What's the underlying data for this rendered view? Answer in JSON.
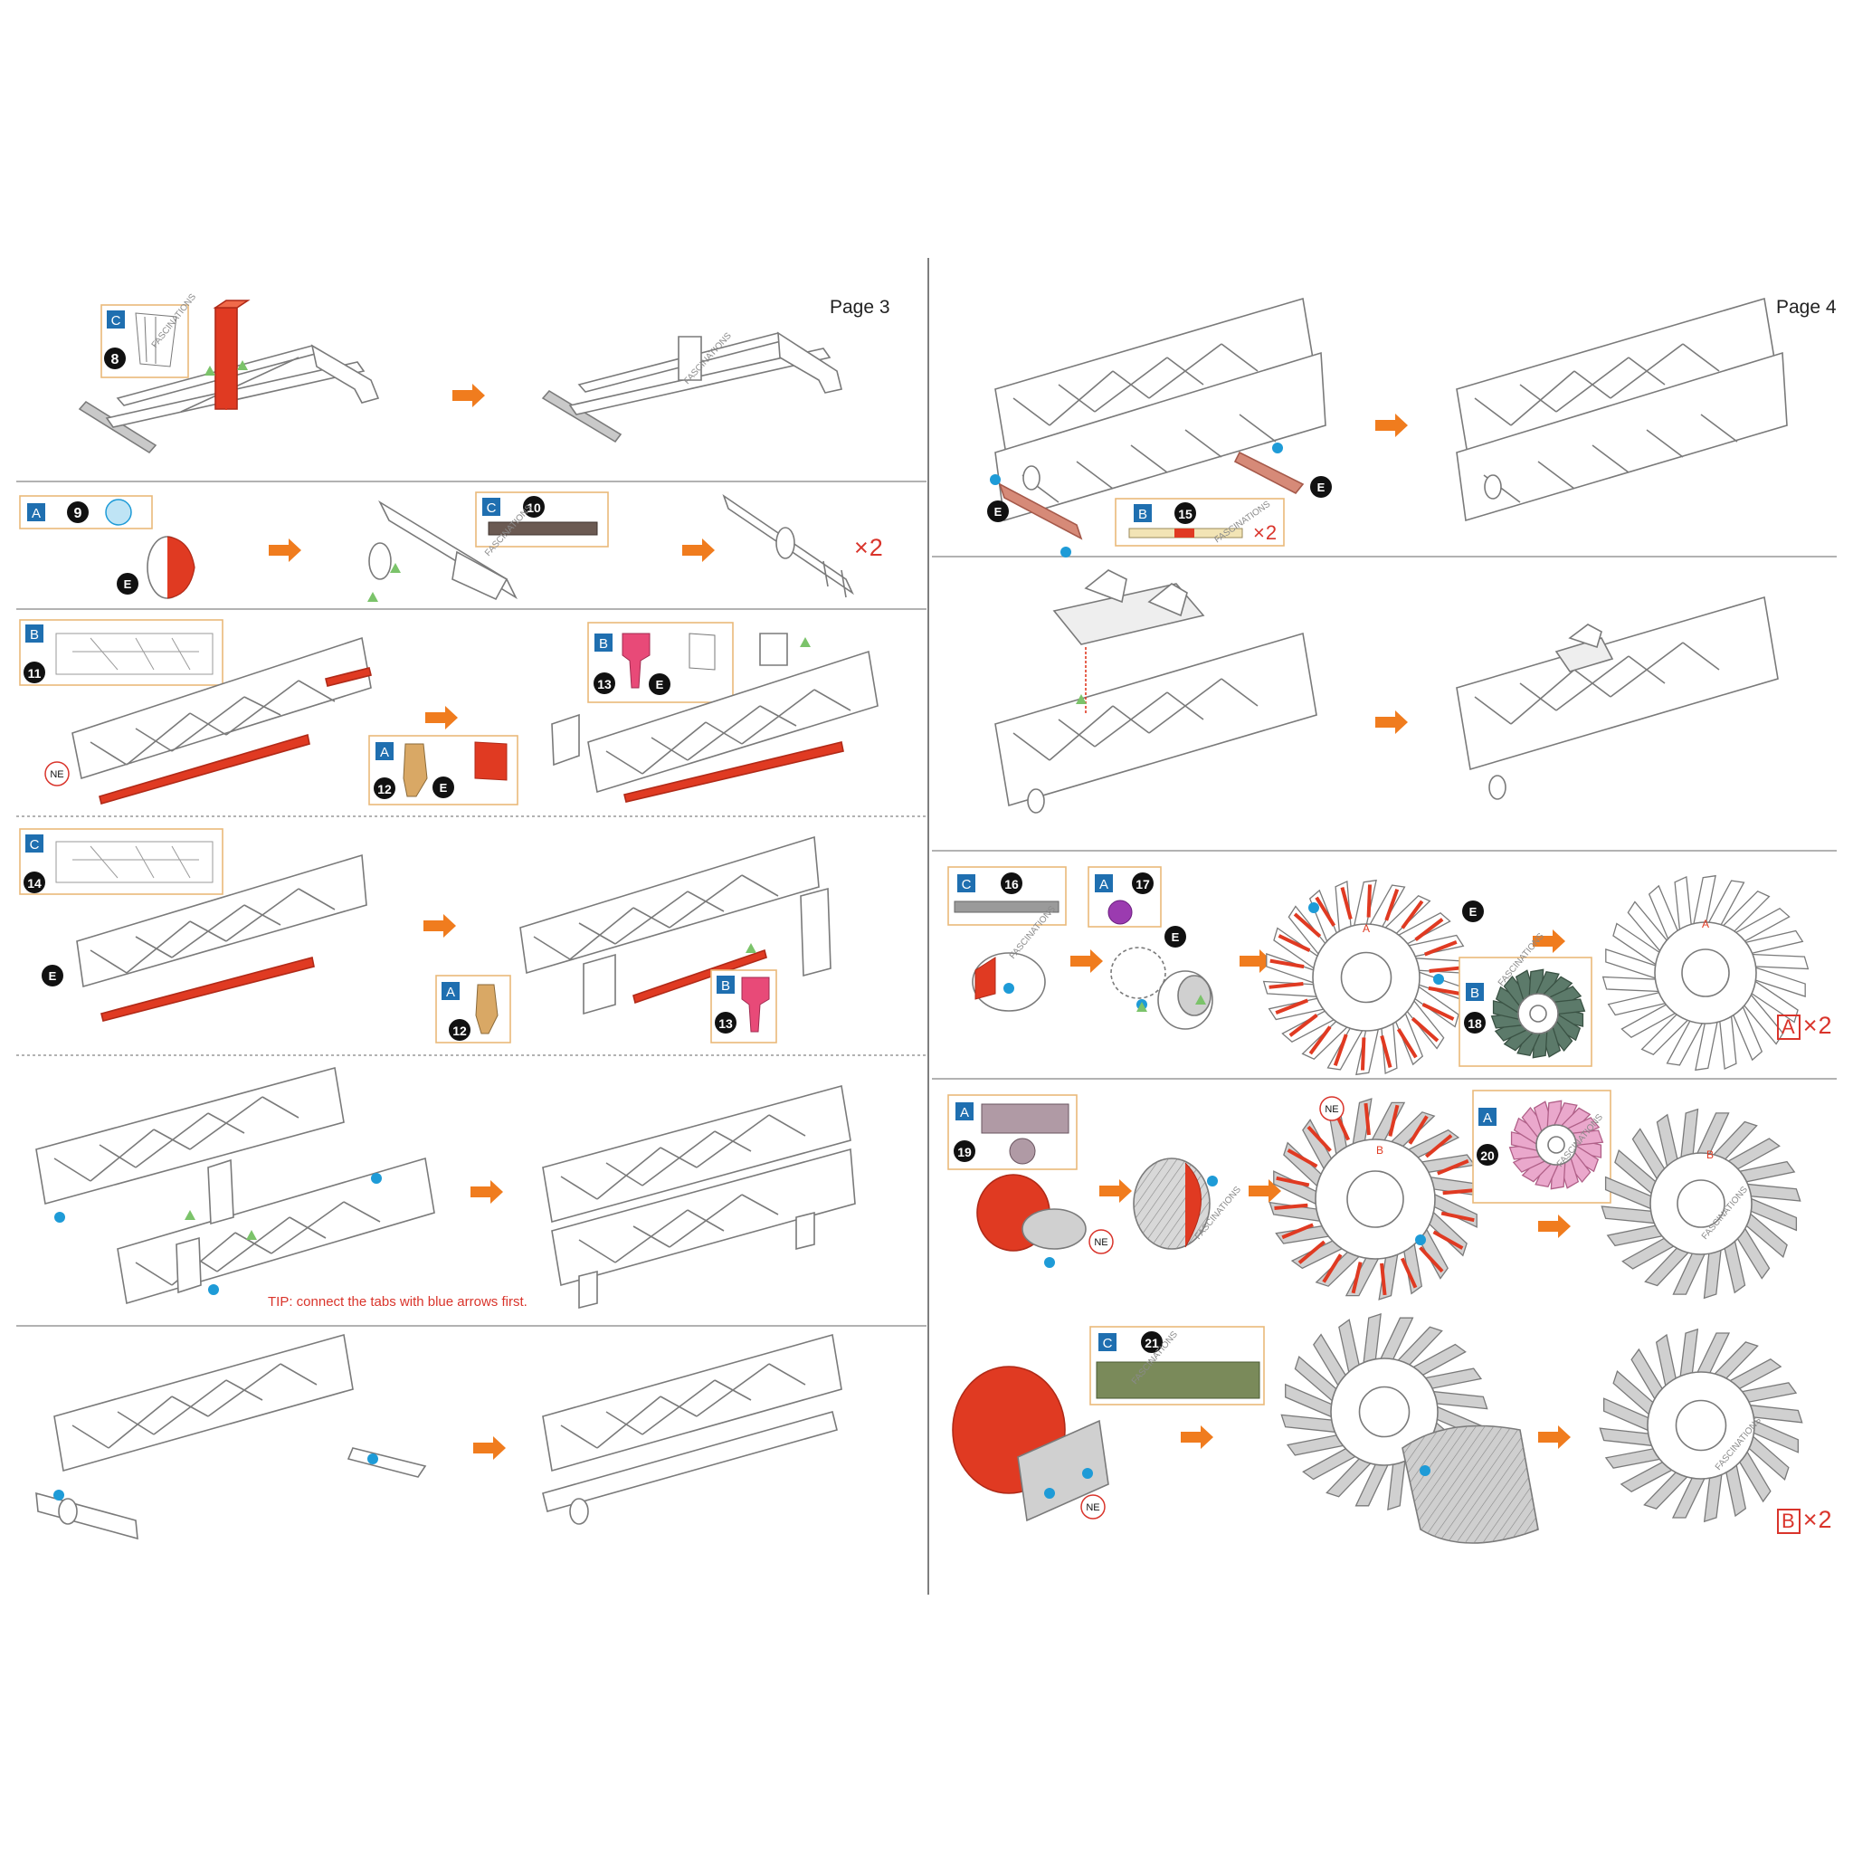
{
  "pages": [
    {
      "label": "Page 3"
    },
    {
      "label": "Page 4"
    }
  ],
  "colors": {
    "line": "#7a7a7a",
    "part_fill": "#c9c9c9",
    "highlight": "#e03a22",
    "orange_arrow": "#f07c1e",
    "blue_dot": "#1e9bd7",
    "sheet_badge": "#1f6fb0",
    "tag_border": "#e9b97a",
    "tip_text": "#d9342b"
  },
  "icons": {
    "next_arrow": "orange-right-arrow",
    "tab_dot": "blue-dot",
    "fold_mark": "green-triangle"
  },
  "watermark": "FASCINATIONS",
  "steps": {
    "s8": {
      "sheet": "C",
      "num": "8"
    },
    "s9": {
      "sheet": "A",
      "num": "9"
    },
    "s10": {
      "sheet": "C",
      "num": "10"
    },
    "s11": {
      "sheet": "B",
      "num": "11"
    },
    "s12a": {
      "sheet": "A",
      "num": "12"
    },
    "s13a": {
      "sheet": "B",
      "num": "13"
    },
    "s14": {
      "sheet": "C",
      "num": "14"
    },
    "s12b": {
      "sheet": "A",
      "num": "12"
    },
    "s13b": {
      "sheet": "B",
      "num": "13"
    },
    "s15": {
      "sheet": "B",
      "num": "15"
    },
    "s16": {
      "sheet": "C",
      "num": "16"
    },
    "s17": {
      "sheet": "A",
      "num": "17"
    },
    "s18": {
      "sheet": "B",
      "num": "18"
    },
    "s19": {
      "sheet": "A",
      "num": "19"
    },
    "s20": {
      "sheet": "A",
      "num": "20"
    },
    "s21": {
      "sheet": "C",
      "num": "21"
    }
  },
  "markers": {
    "e": "E",
    "ne": "NE",
    "a_letter": "A",
    "b_letter": "B"
  },
  "multipliers": {
    "m1": "×2",
    "m2": "×2",
    "m3_box": "A",
    "m3": "×2",
    "m4_box": "B",
    "m4": "×2"
  },
  "tip": "TIP: connect the tabs with blue arrows first."
}
